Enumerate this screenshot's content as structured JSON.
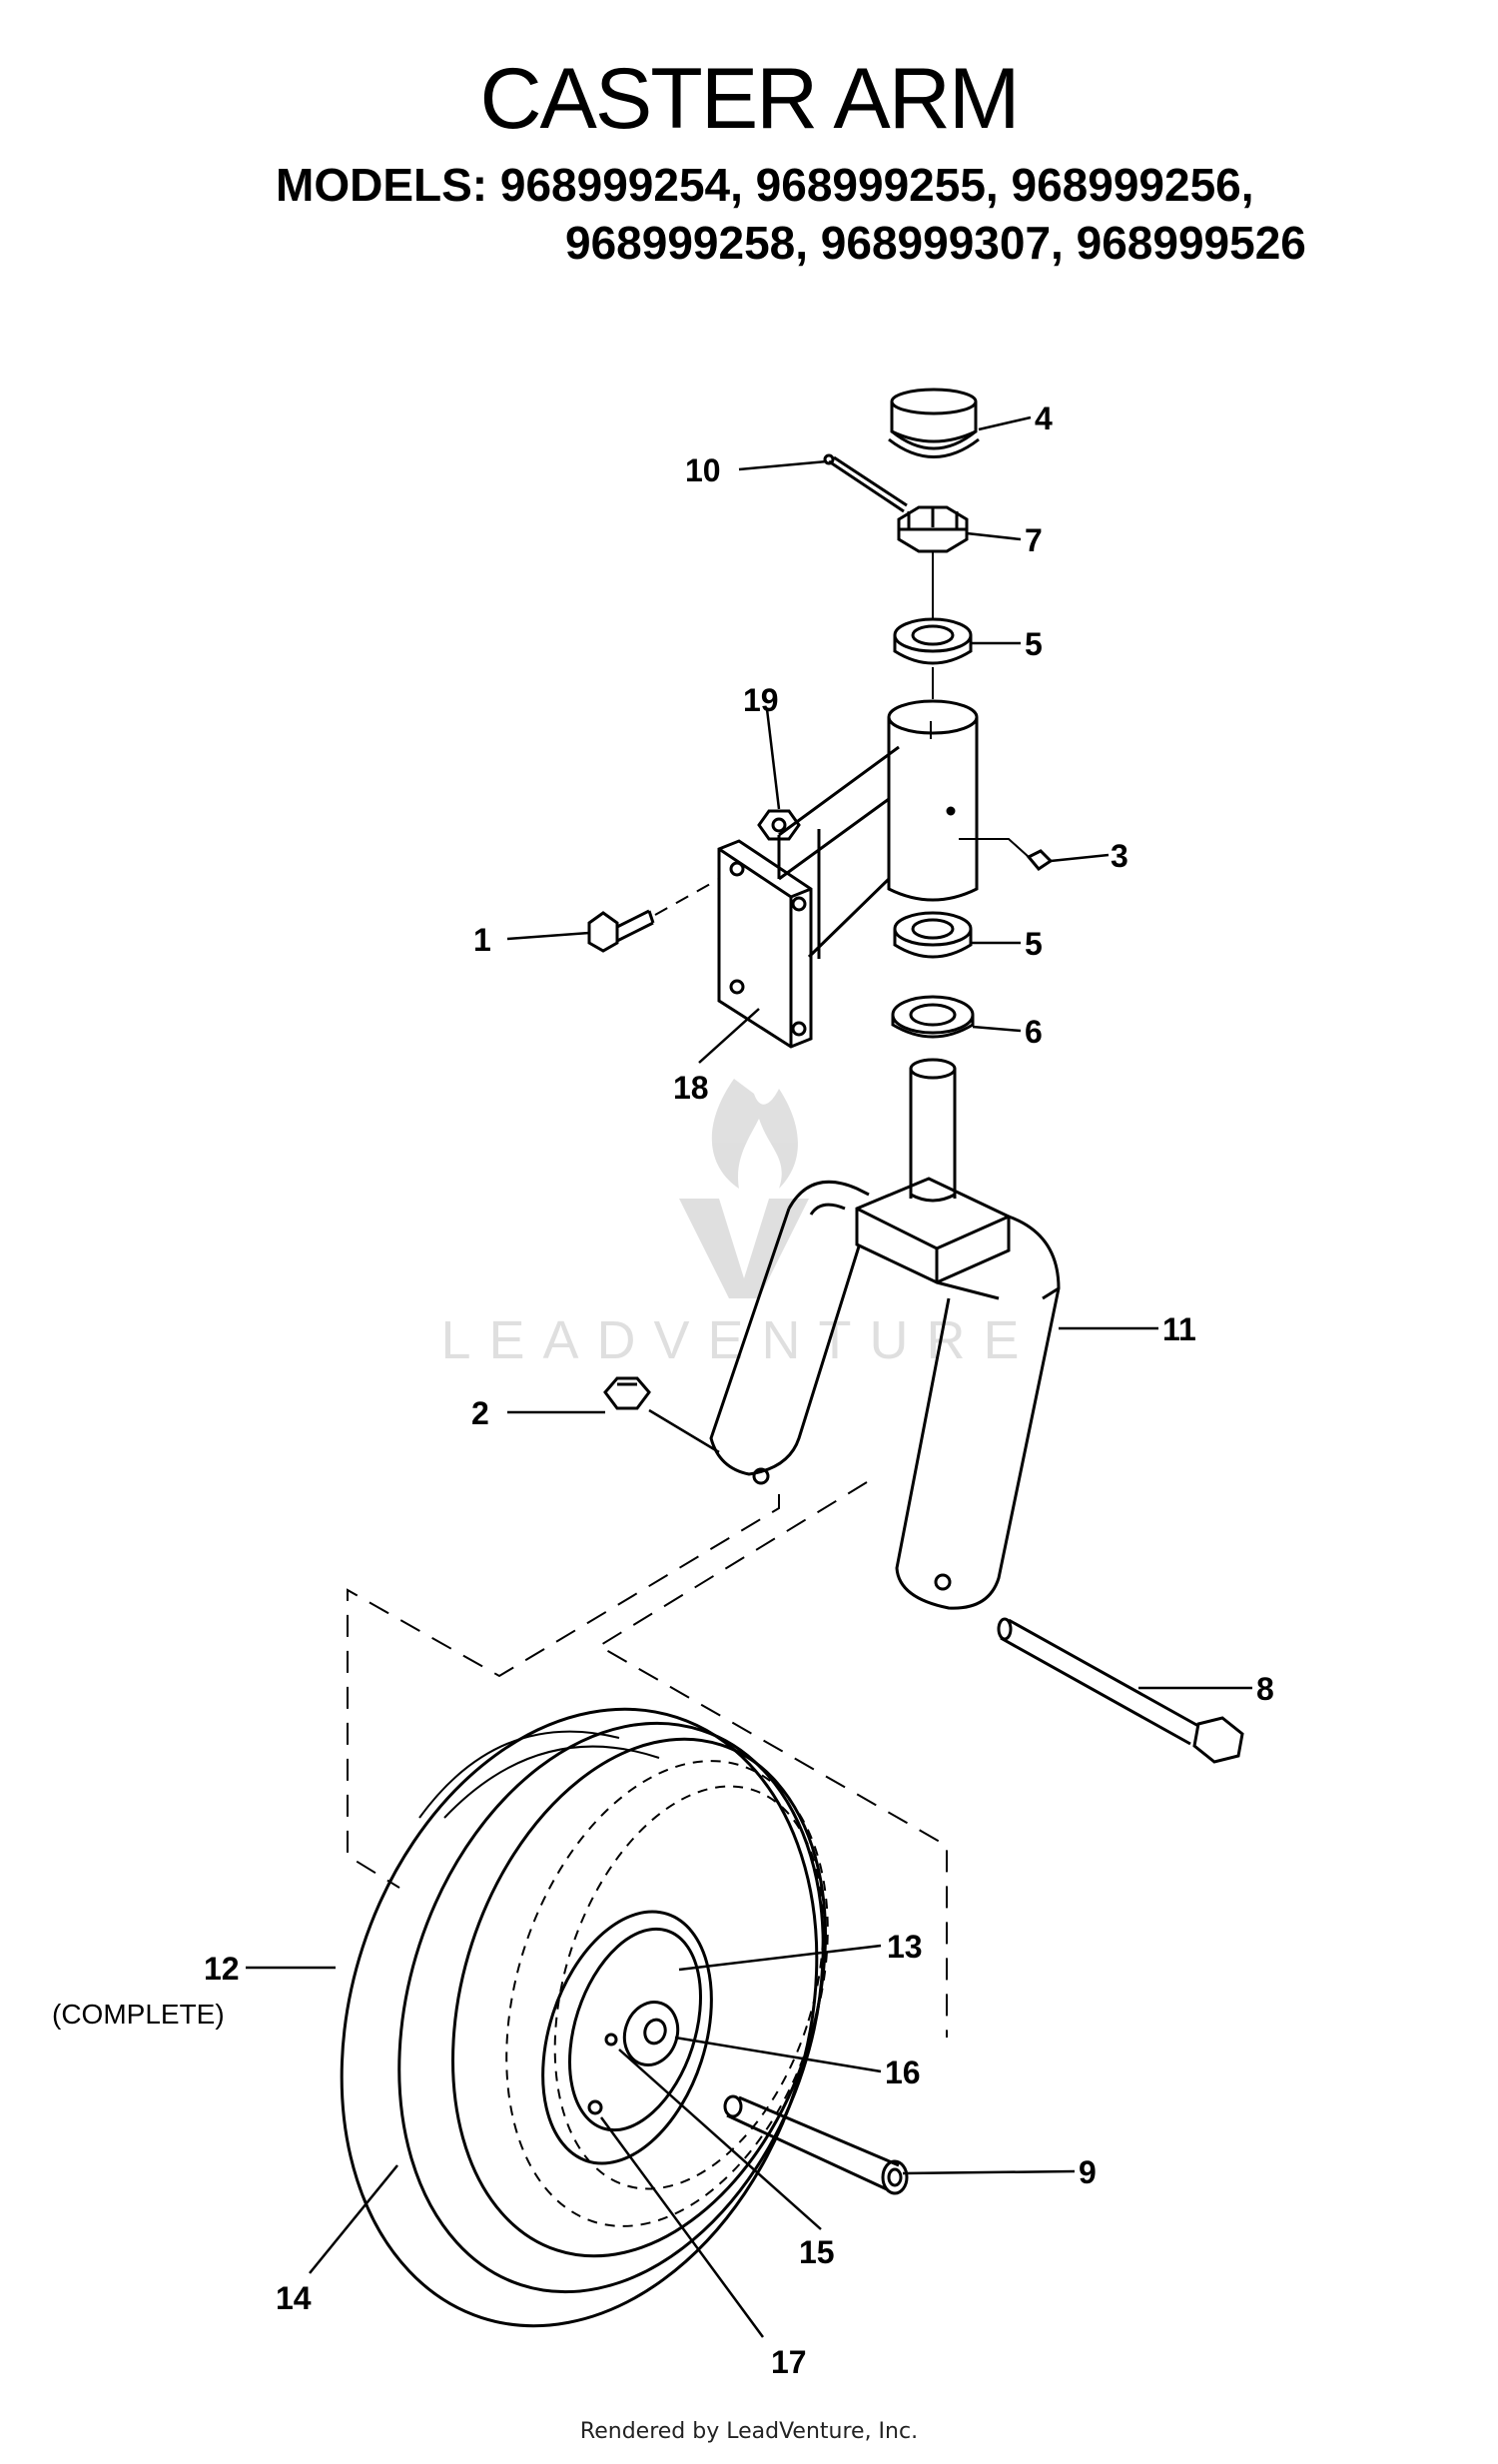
{
  "header": {
    "title": "CASTER ARM",
    "models_line_1": "MODELS: 968999254, 968999255, 968999256,",
    "models_line_2": "968999258, 968999307, 968999526"
  },
  "watermark": {
    "text": "LEADVENTURE"
  },
  "callouts": {
    "p1": "1",
    "p2": "2",
    "p3": "3",
    "p4": "4",
    "p5a": "5",
    "p5b": "5",
    "p6": "6",
    "p7": "7",
    "p8": "8",
    "p9": "9",
    "p10": "10",
    "p11": "11",
    "p12": "12",
    "p12_note": "(COMPLETE)",
    "p13": "13",
    "p14": "14",
    "p15": "15",
    "p16": "16",
    "p17": "17",
    "p18": "18",
    "p19": "19"
  },
  "footer": {
    "text": "Rendered by LeadVenture, Inc."
  }
}
